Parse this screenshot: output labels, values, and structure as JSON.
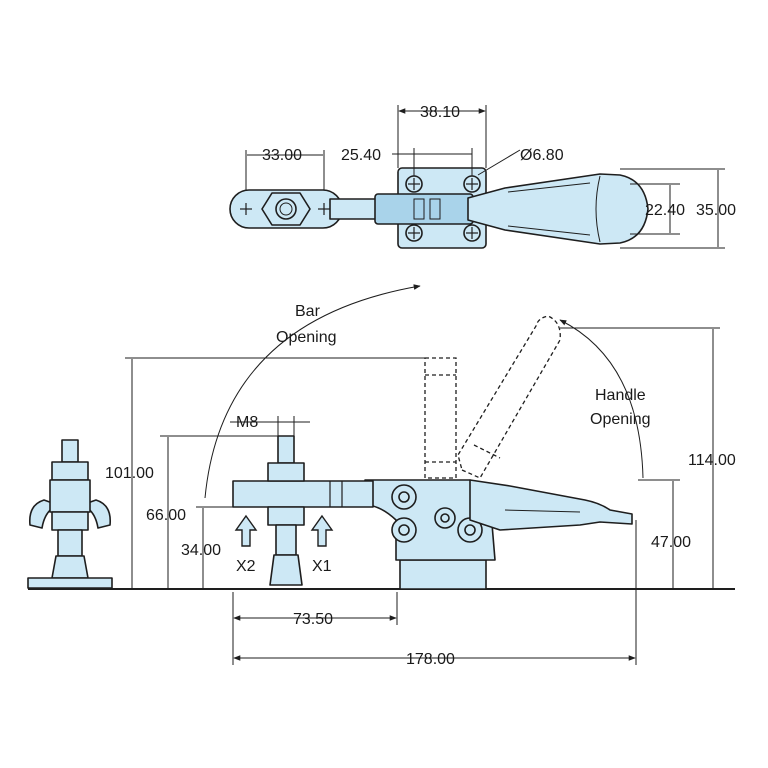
{
  "top_view": {
    "dim_33": "33.00",
    "dim_25_40": "25.40",
    "dim_38_10": "38.10",
    "dim_hole": "Ø6.80",
    "dim_22_40": "22.40",
    "dim_35": "35.00"
  },
  "side_view": {
    "bar_opening": [
      "Bar",
      "Opening"
    ],
    "handle_opening": [
      "Handle",
      "Opening"
    ],
    "dim_m8": "M8",
    "dim_101": "101.00",
    "dim_66": "66.00",
    "dim_34": "34.00",
    "dim_114": "114.00",
    "dim_47": "47.00",
    "dim_73_50": "73.50",
    "dim_178": "178.00",
    "label_x1": "X1",
    "label_x2": "X2"
  },
  "colors": {
    "part_fill": "#cde8f5",
    "outline": "#1e1e1e",
    "background": "#ffffff"
  }
}
